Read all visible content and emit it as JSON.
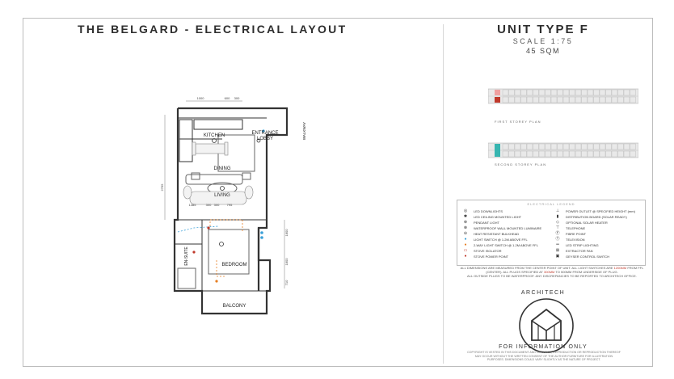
{
  "header": {
    "title": "THE BELGARD - ELECTRICAL LAYOUT",
    "unit_type": "UNIT TYPE F",
    "scale": "SCALE 1:75",
    "area": "45 SQM"
  },
  "key_plans": {
    "first": "FIRST STOREY PLAN",
    "second": "SECOND STOREY PLAN"
  },
  "plan": {
    "rooms": {
      "kitchen": "KITCHEN",
      "entrance": "ENTRANCE",
      "lobby": "LOBBY",
      "dining": "DINING",
      "living": "LIVING",
      "bedroom": "BEDROOM",
      "ensuite": "EN-SUITE",
      "balcony": "BALCONY",
      "walkway": "WALKWAY"
    },
    "dims_top": [
      "1000",
      "600",
      "300"
    ],
    "dims_side": [
      "2765",
      "1800",
      "1800",
      "710"
    ],
    "dims_mid": [
      "1485",
      "300",
      "300",
      "795"
    ]
  },
  "legend": {
    "title": "ELECTRICAL LEGEND",
    "left": [
      {
        "icon": "downlight-icon",
        "sym": "◎",
        "label": "LED DOWNLIGHTS"
      },
      {
        "icon": "ceiling-light-icon",
        "sym": "✱",
        "label": "LED CEILING MOUNTED LIGHT"
      },
      {
        "icon": "pendant-icon",
        "sym": "⊕",
        "label": "PENDANT LIGHT"
      },
      {
        "icon": "wall-light-icon",
        "sym": "⊗",
        "label": "WATERPROOF WALL MOUNTED LUMINAIRE"
      },
      {
        "icon": "bulkhead-icon",
        "sym": "⊖",
        "label": "HEAT RESISTANT BULKHEAD"
      },
      {
        "icon": "switch-icon",
        "sym": "●",
        "label": "LIGHT SWITCH @ 1.2M ABOVE FFL"
      },
      {
        "icon": "2way-switch-icon",
        "sym": "●",
        "label": "2-WAY LIGHT SWITCH @ 1.2M ABOVE FFL"
      },
      {
        "icon": "stove-isolator-icon",
        "sym": "▭",
        "label": "STOVE ISOLATOR"
      },
      {
        "icon": "stove-power-icon",
        "sym": "●",
        "label": "STOVE POWER POINT"
      }
    ],
    "right": [
      {
        "icon": "power-outlet-icon",
        "sym": "⊥",
        "label": "POWER OUTLET @ SPECIFIED HEIGHT (mm)"
      },
      {
        "icon": "db-board-icon",
        "sym": "▮",
        "label": "DISTRIBUTION BOARD (SOLAR READY)"
      },
      {
        "icon": "solar-heater-icon",
        "sym": "◇",
        "label": "OPTIONAL SOLAR HEATER"
      },
      {
        "icon": "telephone-icon",
        "sym": "⊤",
        "label": "TELEPHONE"
      },
      {
        "icon": "fibre-icon",
        "sym": "Ⓕ",
        "label": "FIBRE POINT"
      },
      {
        "icon": "tv-icon",
        "sym": "Ⓣ",
        "label": "TELEVISION"
      },
      {
        "icon": "led-strip-icon",
        "sym": "═",
        "label": "LED STRIP LIGHTING"
      },
      {
        "icon": "extractor-icon",
        "sym": "⊠",
        "label": "EXTRACTOR FAN"
      },
      {
        "icon": "geyser-icon",
        "sym": "▣",
        "label": "GEYSER CONTROL SWITCH"
      }
    ],
    "colors": {
      "switch": "#3aa0d8",
      "two_way": "#e67e22",
      "isolator": "#c0392b"
    }
  },
  "notes": {
    "line1a": "ALL DIMENSIONS ARE MEASURED FROM THE CENTER POINT OF UNIT. ALL LIGHT SWITCHES ARE ",
    "line1b": "1200MM",
    "line1c": " FROM FFL",
    "line2a": "(CENTER). ALL PLUGS SPECIFIED AT ",
    "line2b": "300MM",
    "line2c": " TO 500MM FROM UNDERSIDE OF PLUG.",
    "line3": "ALL OUTSIDE PLUGS TO BE WATERPROOF. ANY DISCREPANCIES TO BE REPORTED TO ARCHITECH OFFICE."
  },
  "branding": {
    "company": "ARCHITECH",
    "disclaimer": "FOR INFORMATION ONLY",
    "copyright": "COPYRIGHT IS VESTED IN THIS DOCUMENT AND INCLUDES, REPRODUCTION OR REPRODUCTION THEREOF MAY OCCUR WITHOUT THE WRITTEN CONSENT OF THE AUTHOR FURNITURE FOR ILLUSTRATION PURPOSES. DIMENSIONS COULD VARY SLIGHTLY AS THE NATURE OF PROJECT."
  },
  "colors": {
    "line": "#333333",
    "accent_red": "#c0392b",
    "accent_blue": "#3aa0d8",
    "accent_teal": "#37b5b0"
  }
}
